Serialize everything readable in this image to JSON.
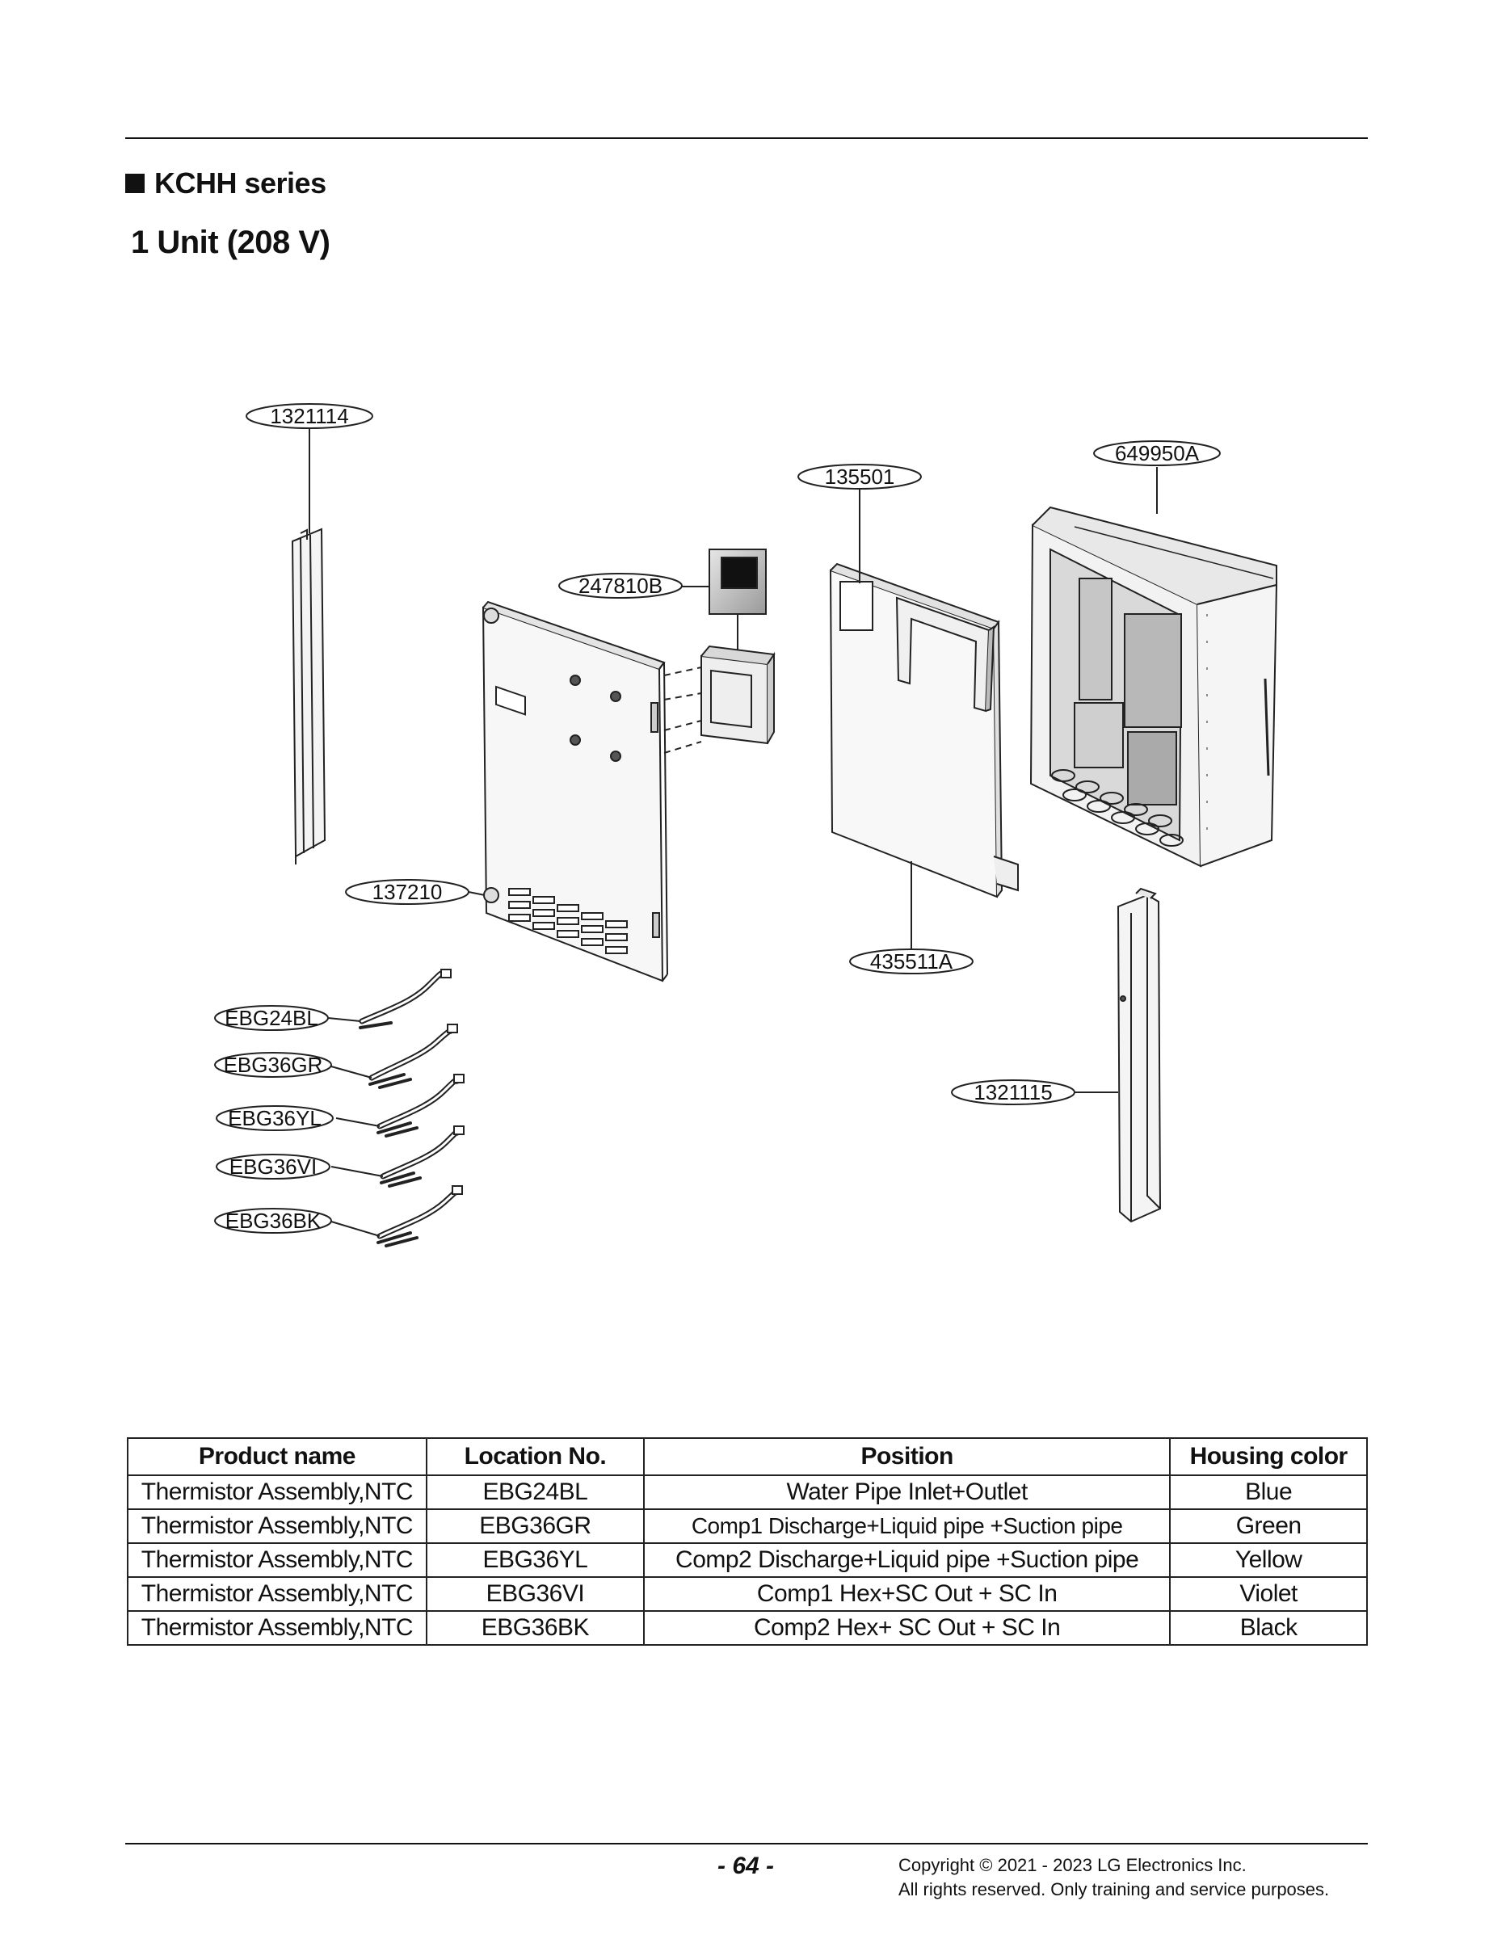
{
  "header": {
    "series_title": "KCHH series",
    "unit_title": "1 Unit (208 V)"
  },
  "diagram": {
    "callouts": {
      "rail_left": "1321114",
      "control_box": "247810B",
      "cover_front": "137210",
      "panel_mid": "135501",
      "panel_mid_bottom": "435511A",
      "cabinet": "649950A",
      "rail_right": "1321115",
      "thermistor_1": "EBG24BL",
      "thermistor_2": "EBG36GR",
      "thermistor_3": "EBG36YL",
      "thermistor_4": "EBG36VI",
      "thermistor_5": "EBG36BK"
    }
  },
  "table": {
    "headers": [
      "Product name",
      "Location No.",
      "Position",
      "Housing color"
    ],
    "rows": [
      [
        "Thermistor Assembly,NTC",
        "EBG24BL",
        "Water Pipe Inlet+Outlet",
        "Blue"
      ],
      [
        "Thermistor Assembly,NTC",
        "EBG36GR",
        "Comp1 Discharge+Liquid pipe +Suction pipe",
        "Green"
      ],
      [
        "Thermistor Assembly,NTC",
        "EBG36YL",
        "Comp2 Discharge+Liquid pipe +Suction pipe",
        "Yellow"
      ],
      [
        "Thermistor Assembly,NTC",
        "EBG36VI",
        "Comp1 Hex+SC Out + SC In",
        "Violet"
      ],
      [
        "Thermistor Assembly,NTC",
        "EBG36BK",
        "Comp2 Hex+ SC Out + SC In",
        "Black"
      ]
    ]
  },
  "footer": {
    "page_number": "- 64 -",
    "copyright_line1": "Copyright © 2021 - 2023 LG Electronics Inc.",
    "copyright_line2": "All rights reserved. Only training and service purposes."
  }
}
